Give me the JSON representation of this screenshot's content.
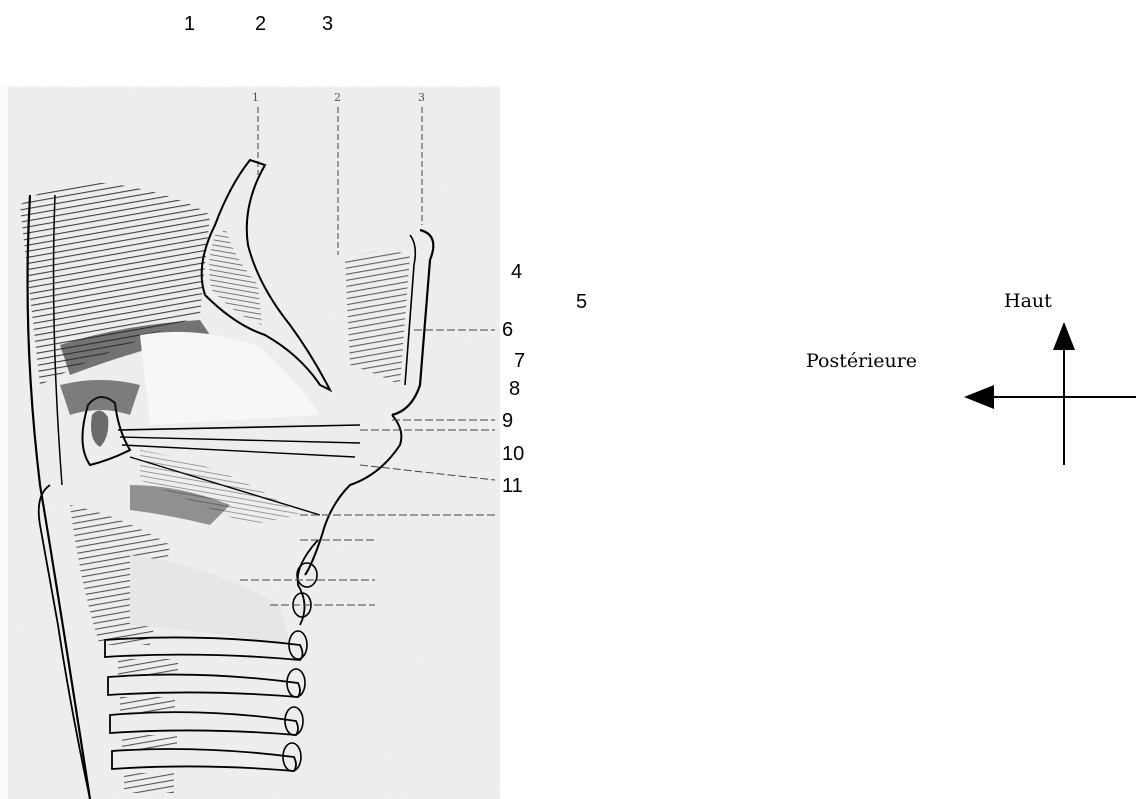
{
  "top_labels": [
    "1",
    "2",
    "3"
  ],
  "side_labels": [
    "4",
    "5",
    "6",
    "7",
    "8",
    "9",
    "10",
    "11"
  ],
  "figure_callouts": [
    "1",
    "2",
    "3"
  ],
  "orientation": {
    "up_label": "Haut",
    "left_label": "Postérieure"
  },
  "colors": {
    "ink": "#000000",
    "paper": "#f3f3f3",
    "shade": "#3a3a3a"
  }
}
